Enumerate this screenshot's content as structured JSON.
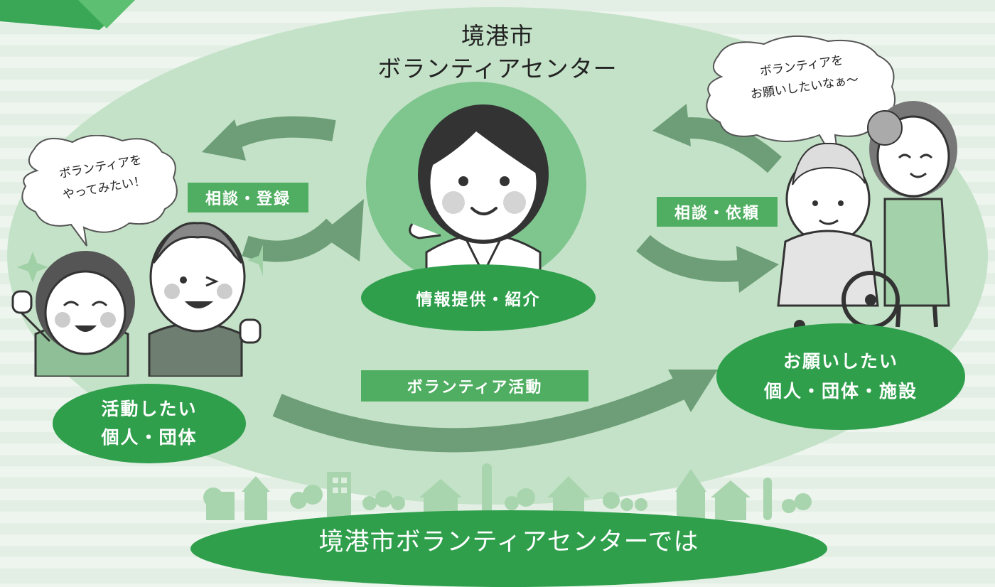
{
  "title": {
    "line1": "境港市",
    "line2": "ボランティアセンター"
  },
  "bubbles": {
    "left": {
      "line1": "ボランティアを",
      "line2": "やってみたい！"
    },
    "right": {
      "line1": "ボランティアを",
      "line2": "お願いしたいなぁ〜"
    }
  },
  "labels": {
    "consult_register": "相談・登録",
    "consult_request": "相談・依頼",
    "info_provide": "情報提供・紹介",
    "volunteer_activity": "ボランティア活動"
  },
  "left_node": {
    "line1": "活動したい",
    "line2": "個人・団体"
  },
  "right_node": {
    "line1": "お願いしたい",
    "line2": "個人・団体・施設"
  },
  "footer_banner": "境港市ボランティアセンターでは",
  "colors": {
    "accent_dark": "#2f9f4c",
    "accent_light": "#4fae61",
    "arrow": "#6d9e77",
    "ellipse": "#c4e2c8"
  }
}
